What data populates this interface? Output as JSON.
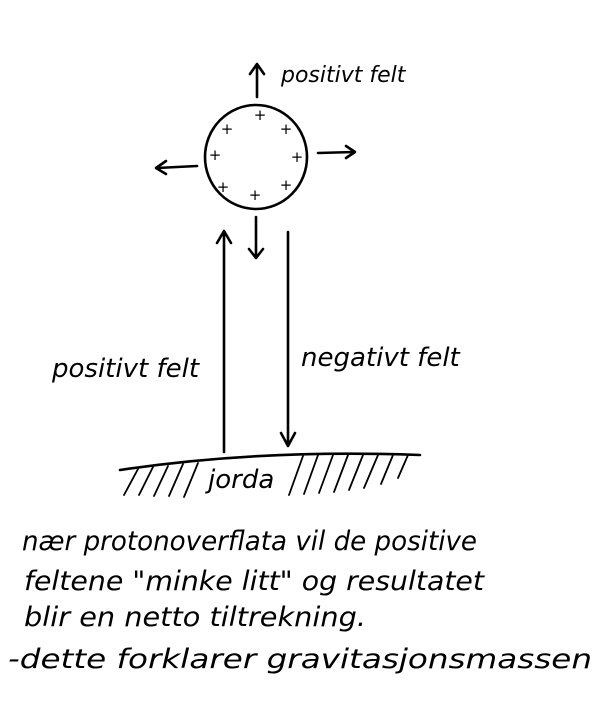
{
  "labels": {
    "top_field": "positivt felt",
    "left_field": "positivt felt",
    "right_field": "negativt felt",
    "ground": "jorda"
  },
  "charge_symbol": "+",
  "notes": [
    "nær protonoverflata vil de positive",
    "feltene \"minke litt\" og resultatet",
    "blir en netto tiltrekning.",
    "-dette forklarer gravitasjonsmassen"
  ]
}
